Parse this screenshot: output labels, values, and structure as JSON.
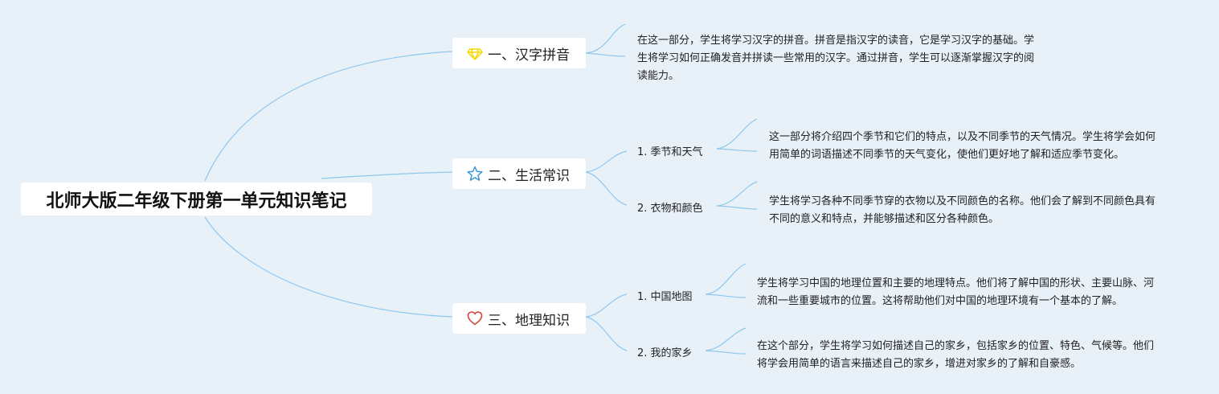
{
  "root": {
    "title": "北师大版二年级下册第一单元知识笔记"
  },
  "colors": {
    "background": "#e8f0f8",
    "connector": "#8ec8ee",
    "diamond": "#f5d800",
    "star": "#3a9ad9",
    "heart": "#d9453a"
  },
  "branches": [
    {
      "label": "一、汉字拼音",
      "icon": "diamond-icon",
      "note": "在这一部分，学生将学习汉字的拼音。拼音是指汉字的读音，它是学习汉字的基础。学生将学习如何正确发音并拼读一些常用的汉字。通过拼音，学生可以逐渐掌握汉字的阅读能力。"
    },
    {
      "label": "二、生活常识",
      "icon": "star-icon",
      "children": [
        {
          "label": "1. 季节和天气",
          "note": "这一部分将介绍四个季节和它们的特点，以及不同季节的天气情况。学生将学会如何用简单的词语描述不同季节的天气变化，使他们更好地了解和适应季节变化。"
        },
        {
          "label": "2. 衣物和颜色",
          "note": "学生将学习各种不同季节穿的衣物以及不同颜色的名称。他们会了解到不同颜色具有不同的意义和特点，并能够描述和区分各种颜色。"
        }
      ]
    },
    {
      "label": "三、地理知识",
      "icon": "heart-icon",
      "children": [
        {
          "label": "1. 中国地图",
          "note": "学生将学习中国的地理位置和主要的地理特点。他们将了解中国的形状、主要山脉、河流和一些重要城市的位置。这将帮助他们对中国的地理环境有一个基本的了解。"
        },
        {
          "label": "2. 我的家乡",
          "note": "在这个部分，学生将学习如何描述自己的家乡，包括家乡的位置、特色、气候等。他们将学会用简单的语言来描述自己的家乡，增进对家乡的了解和自豪感。"
        }
      ]
    }
  ]
}
